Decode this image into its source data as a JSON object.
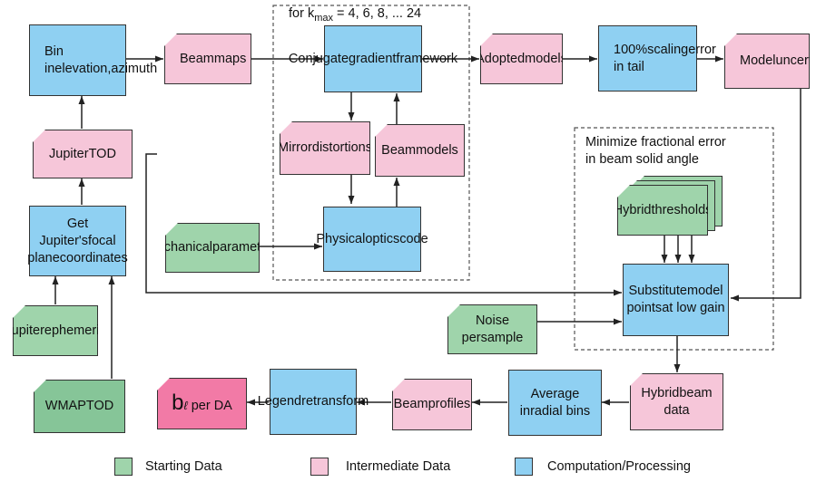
{
  "diagram": {
    "top_region_label_prefix": "for k",
    "top_region_label_sub": "max",
    "top_region_label_suffix": " = 4, 6, 8, ... 24",
    "right_region_label_line1": "Minimize fractional error",
    "right_region_label_line2": "in beam solid angle",
    "nodes": {
      "bin_elevation": [
        "Bin in",
        "elevation,",
        "azimuth"
      ],
      "beam_maps": [
        "Beam",
        "maps"
      ],
      "conjugate_gradient": [
        "Conjugate",
        "gradient",
        "framework"
      ],
      "adopted_models": [
        "Adopted",
        "models"
      ],
      "scaling_error": [
        "100%",
        "scaling",
        "error in tail"
      ],
      "model_uncertainty": [
        "Model",
        "uncertainty"
      ],
      "jupiter_tod": [
        "Jupiter",
        "TOD"
      ],
      "mirror_distortions": [
        "Mirror",
        "distortions"
      ],
      "beam_models": [
        "Beam",
        "models"
      ],
      "hybrid_thresholds": [
        "Hybrid",
        "thresholds"
      ],
      "get_jupiter_coords": [
        "Get Jupiter's",
        "focal plane",
        "coordinates"
      ],
      "mechanical_parameters": [
        "Mechanical",
        "parameters"
      ],
      "physical_optics": [
        "Physical",
        "optics",
        "code"
      ],
      "substitute_model_points": [
        "Substitute",
        "model points",
        "at low gain"
      ],
      "jupiter_ephemeris": [
        "Jupiter",
        "ephemeris"
      ],
      "noise_per_sample": [
        "Noise per",
        "sample"
      ],
      "wmap_tod": [
        "WMAP",
        "TOD"
      ],
      "bl_main": "b",
      "bl_sub": "ℓ",
      "bl_suffix": " per DA",
      "legendre_transform": [
        "Legendre",
        "transform"
      ],
      "beam_profiles": [
        "Beam",
        "profiles"
      ],
      "average_radial": [
        "Average in",
        "radial bins"
      ],
      "hybrid_beam_data": [
        "Hybrid",
        "beam data"
      ]
    },
    "legend": {
      "starting": "Starting Data",
      "intermediate": "Intermediate Data",
      "computation": "Computation/Processing"
    },
    "colors": {
      "starting": "#9fd4ab",
      "intermediate": "#f6c6d9",
      "computation": "#8fd0f2",
      "wmap_tod": "#86c598",
      "bl_output": "#f27aa6"
    }
  }
}
